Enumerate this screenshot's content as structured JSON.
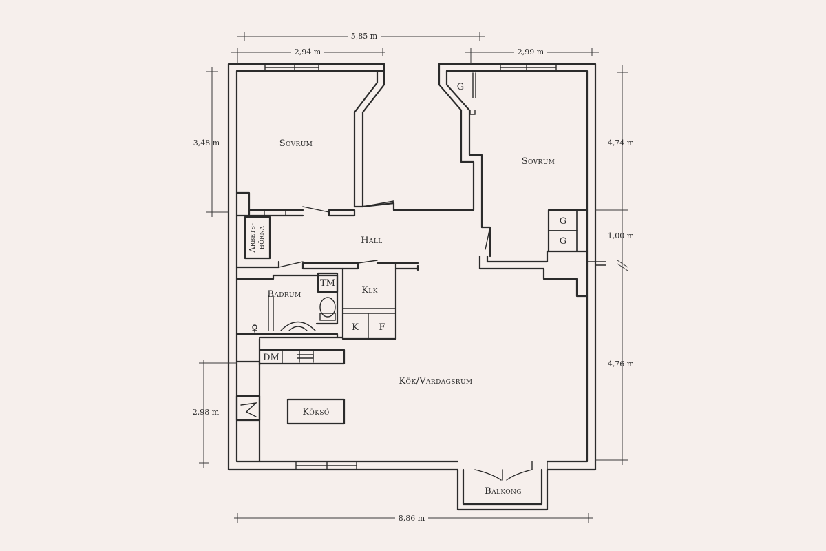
{
  "rooms": {
    "bedroom_left": "Sovrum",
    "bedroom_right": "Sovrum",
    "hall": "Hall",
    "bathroom": "Badrum",
    "closet": "Klk",
    "kitchen_living": "Kök/Vardagsrum",
    "kitchen_island": "Köksö",
    "balcony": "Balkong",
    "workspace_line1": "Arbets-",
    "workspace_line2": "hörna"
  },
  "fixtures": {
    "wardrobe_g1": "G",
    "wardrobe_g2": "G",
    "wardrobe_g3": "G",
    "washer_tm": "TM",
    "dishwasher_dm": "DM",
    "fridge_k": "K",
    "freezer_f": "F"
  },
  "dimensions": {
    "total_top": "5,85 m",
    "left_bedroom_width": "2,94 m",
    "right_bedroom_width": "2,99 m",
    "left_bedroom_height": "3,48 m",
    "right_bedroom_height": "4,74 m",
    "right_gap": "1,00 m",
    "living_height": "4,76 m",
    "kitchen_height": "2,98 m",
    "total_bottom": "8,86 m"
  }
}
